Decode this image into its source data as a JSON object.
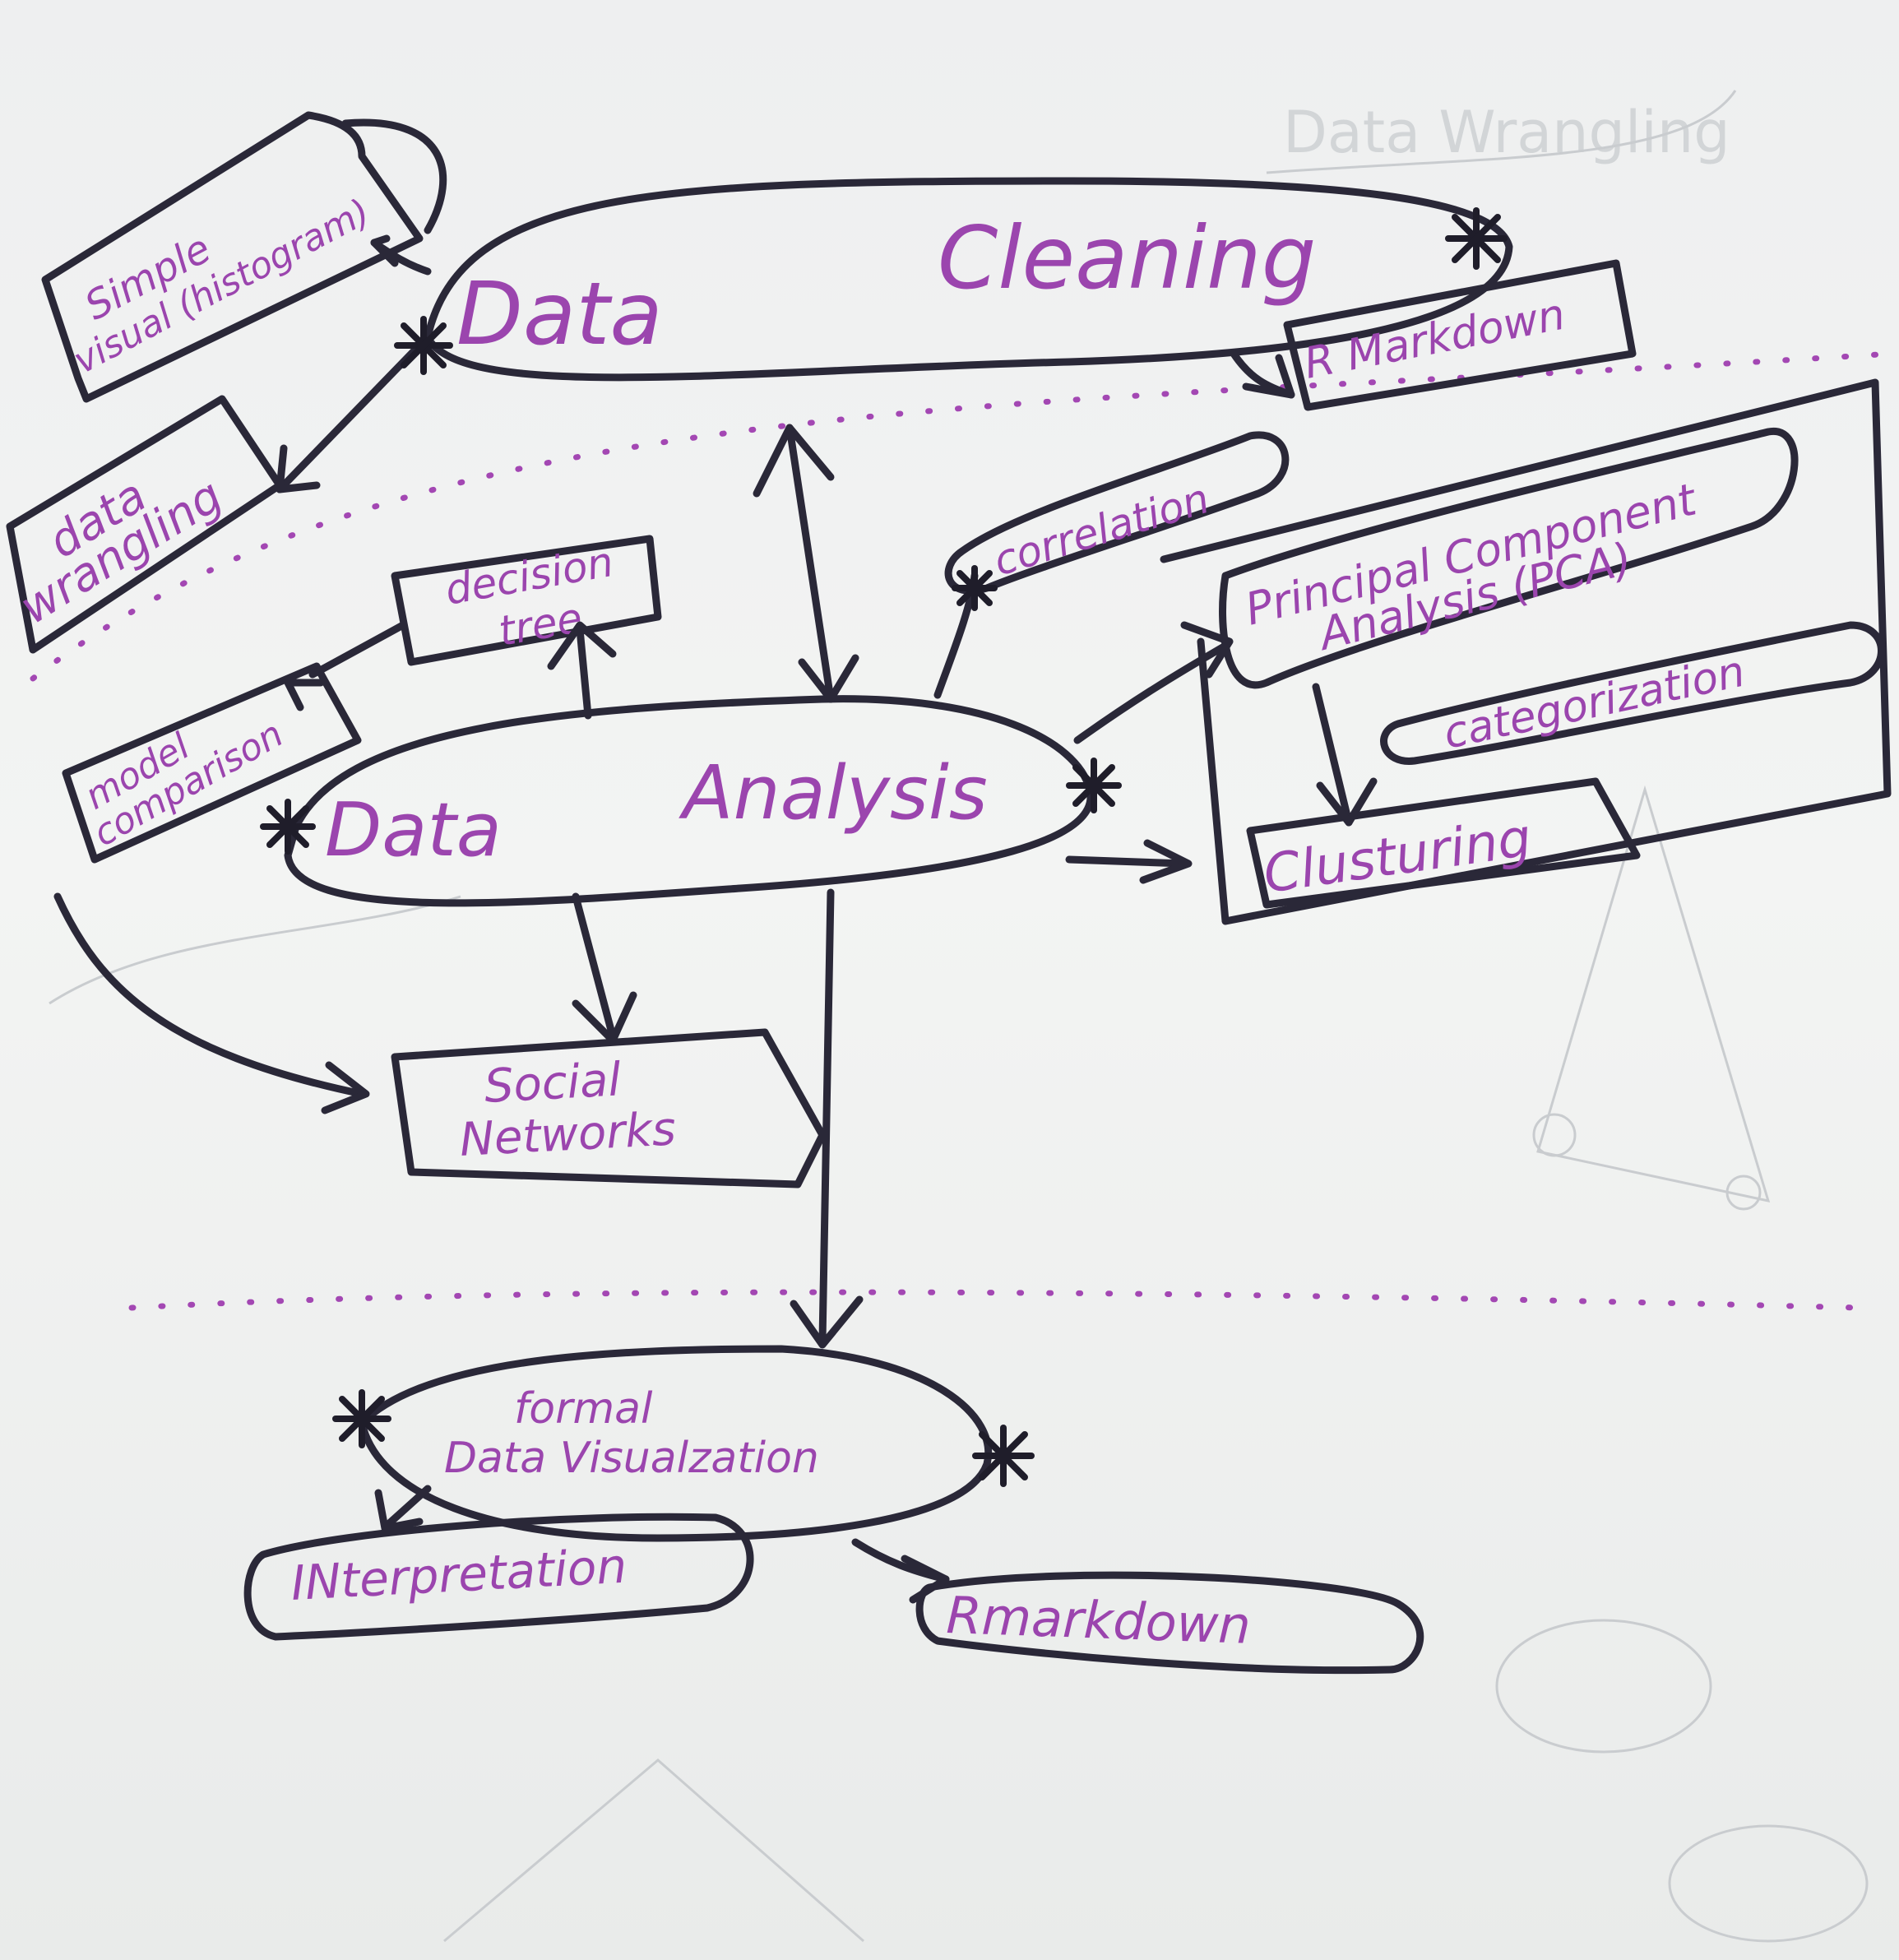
{
  "nodes": {
    "data_cleaning": {
      "title": "Data",
      "subtitle": "Cleaning"
    },
    "r_markdown_top": "R Markdown",
    "simple_visual": {
      "line1": "Simple",
      "line2": "visual (histogram)"
    },
    "data_wrangling": {
      "line1": "data",
      "line2": "wrangling"
    },
    "decision_tree": {
      "line1": "decision",
      "line2": "tree"
    },
    "correlation": "correlation",
    "pca": {
      "line1": "Principal Component",
      "line2": "Analysis (PCA)"
    },
    "categorization": "categorization",
    "clustering": "Clusturing",
    "model_comparison": {
      "line1": "model",
      "line2": "comparison"
    },
    "data_analysis": {
      "title": "Data",
      "subtitle": "Analysis"
    },
    "social_networks": {
      "line1": "Social",
      "line2": "Networks"
    },
    "formal_viz": {
      "line1": "formal",
      "line2": "Data Visualzation"
    },
    "interpretation": "INterpretation",
    "rmarkdown_bottom": "Rmarkdown"
  },
  "colors": {
    "ink": "#2a2838",
    "marker_purple": "#9b45ae",
    "paper": "#f1f2f1"
  }
}
